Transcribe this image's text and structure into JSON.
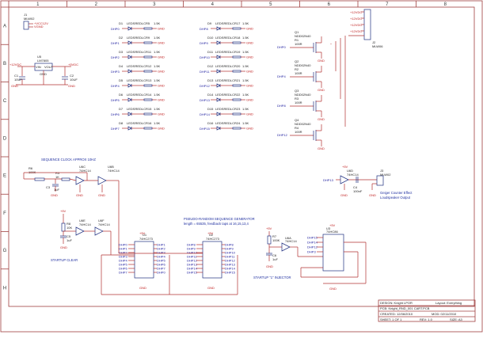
{
  "border": {
    "columns": [
      "1",
      "2",
      "3",
      "4",
      "5",
      "6",
      "7",
      "8"
    ],
    "rows": [
      "A",
      "B",
      "C",
      "D",
      "E",
      "F",
      "G",
      "H"
    ]
  },
  "j1": {
    "ref": "J1",
    "type": "MLW02",
    "pins": [
      "+VCC12V",
      "VGND"
    ]
  },
  "u5": {
    "ref": "U5",
    "type": "LM7805",
    "pin_in": "VIN",
    "pin_out": "VOUT",
    "pin_gnd": "GND",
    "c1": "C1",
    "c1v": "10UF",
    "c2": "C2",
    "c2v": "10UF",
    "in_label": "+12VDC",
    "out_label": "+5VDC",
    "gnd_label": "GND"
  },
  "leds_left": [
    {
      "ref": "D1",
      "part": "LEDSREDLC",
      "r": "R5",
      "rv": "1.5K",
      "net": "DHP0"
    },
    {
      "ref": "D2",
      "part": "LEDSREDLC",
      "r": "R9",
      "rv": "1.5K",
      "net": "DHP1"
    },
    {
      "ref": "D3",
      "part": "LEDSREDLC",
      "r": "R11",
      "rv": "1.5K",
      "net": "DHP2"
    },
    {
      "ref": "D4",
      "part": "LEDSREDLC",
      "r": "R12",
      "rv": "1.5K",
      "net": "DHP3"
    },
    {
      "ref": "D5",
      "part": "LEDSREDLC",
      "r": "R13",
      "rv": "1.5K",
      "net": "DHP4"
    },
    {
      "ref": "D6",
      "part": "LEDSREDLC",
      "r": "R14",
      "rv": "1.5K",
      "net": "DHP5"
    },
    {
      "ref": "D7",
      "part": "LEDSREDLC",
      "r": "R15",
      "rv": "1.5K",
      "net": "DHP6"
    },
    {
      "ref": "D8",
      "part": "LEDSREDLC",
      "r": "R16",
      "rv": "1.5K",
      "net": "DHP7"
    }
  ],
  "leds_right": [
    {
      "ref": "D9",
      "part": "LEDSREDLC",
      "r": "R17",
      "rv": "1.5K",
      "net": "DHP8"
    },
    {
      "ref": "D10",
      "part": "LEDSREDLC",
      "r": "R18",
      "rv": "1.5K",
      "net": "DHP9"
    },
    {
      "ref": "D11",
      "part": "LEDSREDLC",
      "r": "R19",
      "rv": "1.5K",
      "net": "DHP10"
    },
    {
      "ref": "D12",
      "part": "LEDSREDLC",
      "r": "R20",
      "rv": "1.5K",
      "net": "DHP11"
    },
    {
      "ref": "D13",
      "part": "LEDSREDLC",
      "r": "R21",
      "rv": "1.5K",
      "net": "DHP12"
    },
    {
      "ref": "D14",
      "part": "LEDSREDLC",
      "r": "R22",
      "rv": "1.5K",
      "net": "DHP13"
    },
    {
      "ref": "D15",
      "part": "LEDSREDLC",
      "r": "R23",
      "rv": "1.5K",
      "net": "DHP14"
    },
    {
      "ref": "D16",
      "part": "LEDSREDLC",
      "r": "R24",
      "rv": "1.5K",
      "net": "DHP15"
    }
  ],
  "gnd_label": "GND",
  "vcc_label": "+5V",
  "mosfets": [
    {
      "ref": "Q1",
      "part": "NDD02N40",
      "r": "R1",
      "rv": "100R",
      "net": "DHP0"
    },
    {
      "ref": "Q2",
      "part": "NDD02N40",
      "r": "R2",
      "rv": "100R",
      "net": "DHP4"
    },
    {
      "ref": "Q3",
      "part": "NDD02N40",
      "r": "R3",
      "rv": "100R",
      "net": "DHP8"
    },
    {
      "ref": "Q4",
      "part": "NDD02N40",
      "r": "R4",
      "rv": "100R",
      "net": "DHP12"
    }
  ],
  "j2": {
    "ref": "J2",
    "type": "MLW06",
    "pins": [
      "+12VDC",
      "+12VDC",
      "+12VDC",
      "+12VDC"
    ]
  },
  "clock": {
    "title": "SEQUENCE CLOCK APPROX 10HZ",
    "r": "R6",
    "rv": "100K",
    "r2": "R3",
    "r2v": "1K",
    "c": "C3",
    "cv": "1uF",
    "u1": "U6C",
    "u1p": "74HC14",
    "u2": "U6B",
    "u2p": "74HC14"
  },
  "speaker": {
    "u": "U6D",
    "up": "74HC14",
    "net": "DHP13",
    "c": "C4",
    "cv": "100nF",
    "j": "J3",
    "jp": "MLW02",
    "desc1": "Geiger Counter Effect",
    "desc2": "Loudspeaker Output"
  },
  "clear": {
    "title": "STARTUP CLEAR",
    "r": "R8",
    "rv": "10K",
    "c": "C5",
    "cv": "1uF",
    "u1": "U6E",
    "u1p": "74HC14",
    "u2": "U6F",
    "u2p": "74HC14"
  },
  "prng": {
    "title": "PSEUDO-RANDOM SEQUENCE GENERATOR",
    "sub": "length = 65535, feedback taps at 16,15,13,4",
    "u1": "U1",
    "u2": "U2",
    "part": "74HC273",
    "nets_in": [
      "DHP0",
      "DHP1",
      "DHP2",
      "DHP3",
      "DHP4",
      "DHP5",
      "DHP6",
      "DHP7"
    ],
    "nets_out": [
      "DHP8",
      "DHP9",
      "DHP10",
      "DHP11",
      "DHP12",
      "DHP13",
      "DHP14",
      "DHP15"
    ]
  },
  "injector": {
    "title": "STARTUP \"1\" INJECTOR",
    "r": "R7",
    "rv": "100K",
    "c": "C6",
    "cv": "1uF",
    "u": "U6A",
    "up": "74HC14",
    "u3": "U3",
    "u3p": "74HC86",
    "nets": [
      "DHP15",
      "DHP14",
      "DHP12",
      "DHP3"
    ]
  },
  "titleblock": {
    "design": "DESIGN: Knight LPOR",
    "pcb": "PCB: Knight_RND_001 CART.PCB",
    "created": "CREATED: 12/06/2010",
    "modified": "MOD: 02/11/2010",
    "sheet": "SHEET: 1 OF 1",
    "rev": "REV: 1.0",
    "size": "SIZE: A3",
    "layout": "Layout: Everything"
  }
}
